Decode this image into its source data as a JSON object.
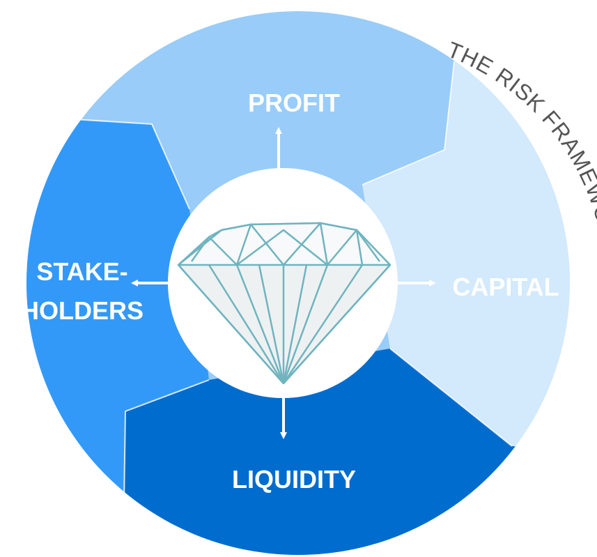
{
  "diagram": {
    "arc_title": "THE RISK FRAMEWORK",
    "center_icon": "diamond-icon",
    "labels": {
      "profit": "PROFIT",
      "capital": "CAPITAL",
      "liquidity": "LIQUIDITY",
      "stakeholders_line1": "STAKE-",
      "stakeholders_line2": "HOLDERS"
    },
    "colors": {
      "profit_segment": "#99ccf8",
      "capital_segment": "#d3e9fc",
      "liquidity_segment": "#006cce",
      "stakeholders_segment": "#3399f8",
      "center_circle": "#ffffff",
      "arrow": "#ffffff",
      "diamond_fill": "#eef1f2",
      "diamond_stroke": "#6fb4bf",
      "arc_title_text": "#555555"
    }
  }
}
